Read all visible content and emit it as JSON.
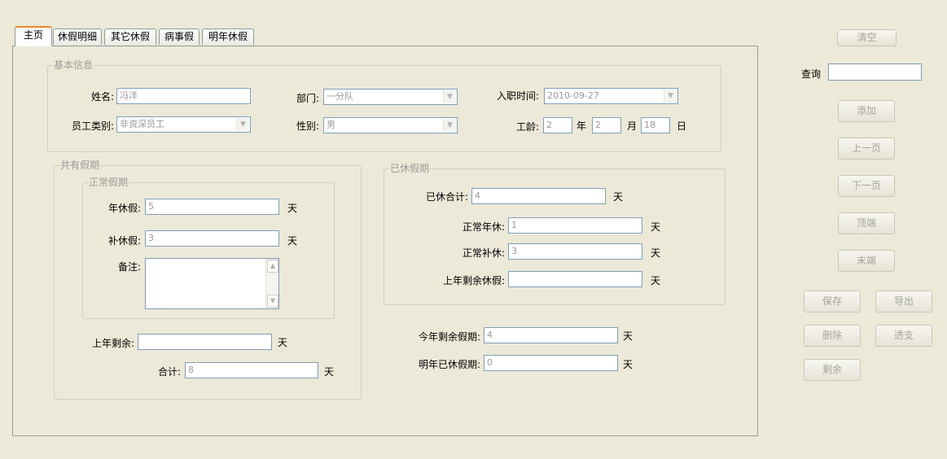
{
  "tabs": [
    "主页",
    "休假明细",
    "其它休假",
    "病事假",
    "明年休假"
  ],
  "basic": {
    "legend": "基本信息",
    "name_label": "姓名:",
    "name_value": "冯洋",
    "dept_label": "部门:",
    "dept_value": "一分队",
    "join_label": "入职时间:",
    "join_value": "2010-09-27",
    "type_label": "员工类别:",
    "type_value": "非资深员工",
    "gender_label": "性别:",
    "gender_value": "男",
    "seniority_label": "工龄:",
    "years": "2",
    "years_unit": "年",
    "months": "2",
    "months_unit": "月",
    "days": "18",
    "days_unit": "日"
  },
  "shared": {
    "legend": "共有假期",
    "normal_legend": "正常假期",
    "annual_label": "年休假:",
    "annual_value": "5",
    "comp_label": "补休假:",
    "comp_value": "3",
    "note_label": "备注:",
    "lastyear_label": "上年剩余:",
    "lastyear_value": "",
    "total_label": "合计:",
    "total_value": "8",
    "unit": "天"
  },
  "taken": {
    "legend": "已休假期",
    "total_label": "已休合计:",
    "total_value": "4",
    "annual_label": "正常年休:",
    "annual_value": "1",
    "comp_label": "正常补休:",
    "comp_value": "3",
    "lastyear_label": "上年剩余休假:",
    "lastyear_value": "",
    "unit": "天"
  },
  "summary": {
    "remaining_label": "今年剩余假期:",
    "remaining_value": "4",
    "nextyear_label": "明年已休假期:",
    "nextyear_value": "0",
    "unit": "天"
  },
  "side": {
    "clear": "清空",
    "query_label": "查询",
    "query_value": "",
    "add": "添加",
    "prev": "上一页",
    "next": "下一页",
    "top": "顶端",
    "bottom": "末端",
    "save": "保存",
    "export": "导出",
    "delete": "删除",
    "overdraw": "透支",
    "remain": "剩余"
  }
}
